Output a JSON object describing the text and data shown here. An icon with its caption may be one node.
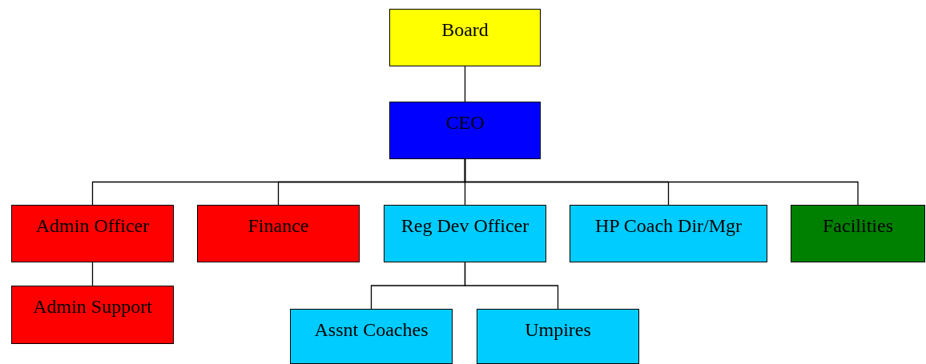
{
  "diagram": {
    "nodes": [
      {
        "text": [
          "Board"
        ]
      },
      {
        "text": [
          "CEO"
        ]
      },
      {
        "text": [
          "Admin Officer"
        ]
      },
      {
        "text": [
          "Finance"
        ]
      },
      {
        "text": [
          "Reg Dev Officer"
        ]
      },
      {
        "text": [
          "HP Coach Dir/Mgr"
        ]
      },
      {
        "text": [
          "Facilities"
        ]
      },
      {
        "text": [
          "Admin Support"
        ]
      },
      {
        "text": [
          "Assnt Coaches"
        ]
      },
      {
        "text": [
          "Umpires"
        ]
      }
    ],
    "edges": [
      {
        "from": 0,
        "to": 1,
        "arrow": "none"
      },
      {
        "from": 1,
        "to": 2,
        "arrow": "none"
      },
      {
        "from": 1,
        "to": 3,
        "arrow": "none"
      },
      {
        "from": 1,
        "to": 4,
        "arrow": "none"
      },
      {
        "from": 1,
        "to": 5,
        "arrow": "none"
      },
      {
        "from": 1,
        "to": 6,
        "arrow": "none"
      },
      {
        "from": 2,
        "to": 7,
        "arrow": "none"
      },
      {
        "from": 4,
        "to": 8,
        "arrow": "none"
      },
      {
        "from": 4,
        "to": 9,
        "arrow": "none"
      }
    ]
  }
}
